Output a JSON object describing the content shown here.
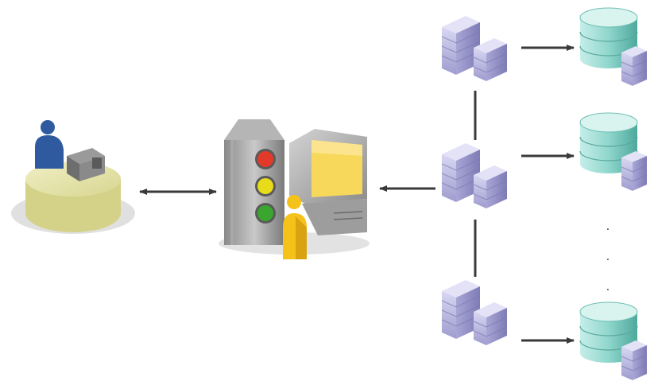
{
  "diagram": {
    "nodes": [
      {
        "id": "user-workstation",
        "icon": "user-at-desk-icon"
      },
      {
        "id": "monitoring-console",
        "icon": "traffic-light-monitor-icon"
      },
      {
        "id": "server-top",
        "icon": "server-cluster-icon"
      },
      {
        "id": "server-middle",
        "icon": "server-cluster-icon"
      },
      {
        "id": "server-bottom",
        "icon": "server-cluster-icon"
      },
      {
        "id": "database-top",
        "icon": "database-icon"
      },
      {
        "id": "database-middle",
        "icon": "database-icon"
      },
      {
        "id": "database-bottom",
        "icon": "database-icon"
      }
    ],
    "edges": [
      {
        "from": "user-workstation",
        "to": "monitoring-console",
        "direction": "both"
      },
      {
        "from": "server-middle",
        "to": "monitoring-console",
        "direction": "forward"
      },
      {
        "from": "server-top",
        "to": "database-top",
        "direction": "forward"
      },
      {
        "from": "server-middle",
        "to": "database-middle",
        "direction": "forward"
      },
      {
        "from": "server-bottom",
        "to": "database-bottom",
        "direction": "forward"
      },
      {
        "from": "server-top",
        "to": "server-middle",
        "direction": "none"
      },
      {
        "from": "server-middle",
        "to": "server-bottom",
        "direction": "none"
      }
    ],
    "ellipsis": "·\n·\n·"
  },
  "colors": {
    "arrow": "#3a3a3a",
    "server": "#b8b6e0",
    "database": "#8fd6cc",
    "desk": "#e6e4a8",
    "person_blue": "#2f5aa0",
    "person_yellow": "#f5c21a",
    "monitor_screen": "#f8d85a"
  }
}
